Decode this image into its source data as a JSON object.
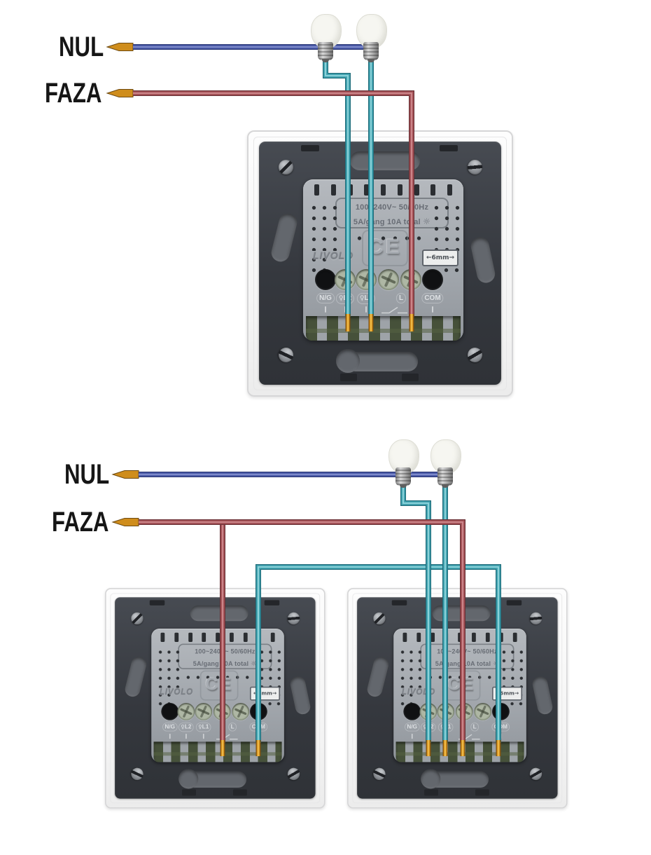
{
  "top_circuit": {
    "neutral_label": "NUL",
    "phase_label": "FAZA"
  },
  "bottom_circuit": {
    "neutral_label": "NUL",
    "phase_label": "FAZA"
  },
  "module": {
    "ratings_line1": "100~240V~ 50/60Hz",
    "ratings_line2": "5A/gang 10A total",
    "load_icon": "☼",
    "brand": "LIVOLO",
    "ce_mark": "CE",
    "gauge_label": "←6mm→",
    "lamp_icon": "♀",
    "terminals": [
      "N/G",
      "L2",
      "L1",
      "L",
      "COM"
    ]
  },
  "colors": {
    "neutral_wire": "#4d5dab",
    "phase_wire": "#a9555b",
    "switched_wire": "#45a7b4",
    "copper": "#d8961f",
    "plate": "#35383e",
    "unit": "#a0a5ab"
  }
}
